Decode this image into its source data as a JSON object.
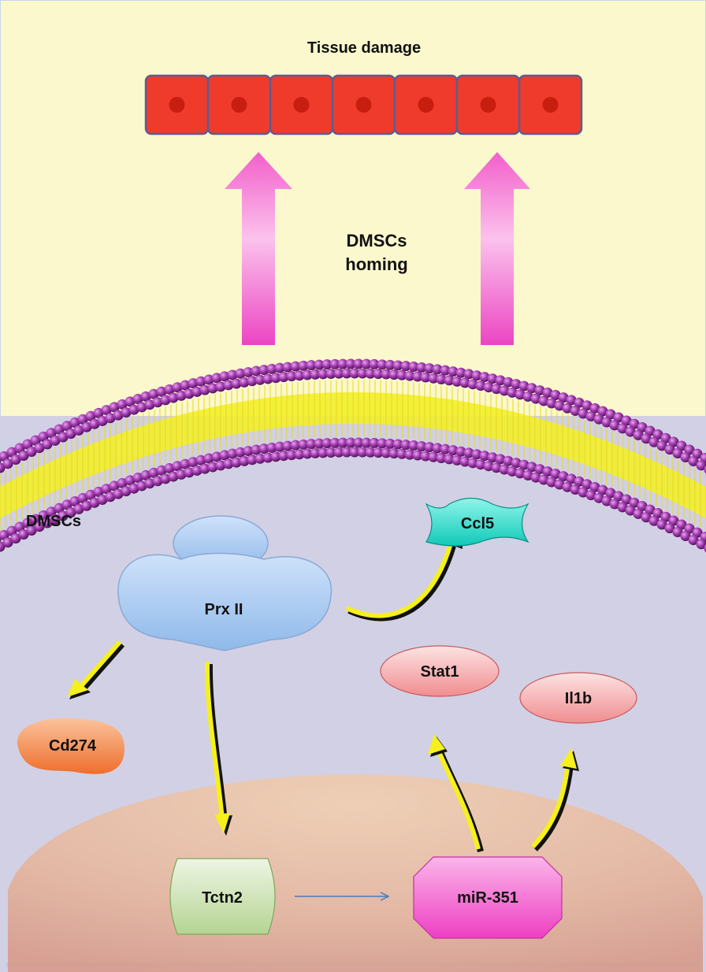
{
  "title": "Tissue damage",
  "homing_label": [
    "DMSCs",
    "homing"
  ],
  "cell_label": "DMSCs",
  "nodes": {
    "prx": "Prx II",
    "ccl5": "Ccl5",
    "cd274": "Cd274",
    "tctn2": "Tctn2",
    "mir": "miR-351",
    "stat1": "Stat1",
    "il1b": "Il1b"
  },
  "colors": {
    "extracellular": "#fbf8cd",
    "cytoplasm": "#d2d0e4",
    "tissue_cell": "#ef3b2c",
    "nucleus_dot": "#c81e0f",
    "homing_arrow": "#f04fc4",
    "lipid_head": "#a53db0",
    "lipid_tail": "#f2ee2a",
    "prx": "#aecdf2",
    "ccl5": "#2fe2cf",
    "cd274": "#f28649",
    "tctn2": "#c8dfae",
    "mir": "#f554cc",
    "stat1_il1b": "#f6a8aa",
    "signal_arrow": "#f5f01e"
  }
}
